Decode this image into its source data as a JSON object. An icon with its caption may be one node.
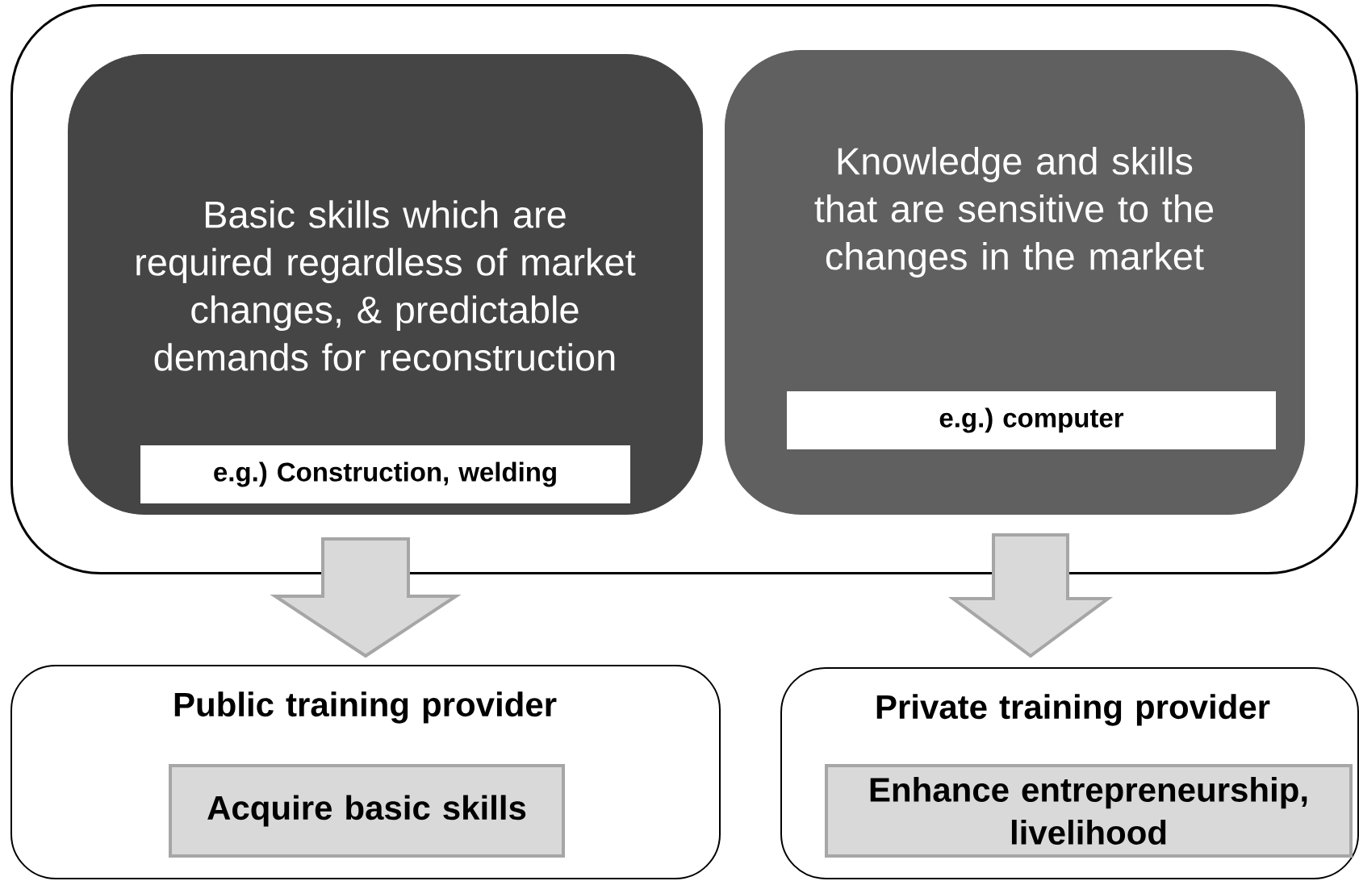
{
  "diagram": {
    "nodes": [
      {
        "text": [],
        "shape": "box"
      },
      {
        "text": [
          "Basic skills which are required regardless of market changes, & predictable demands for reconstruction"
        ],
        "in": 0
      },
      {
        "text": [
          "e.g.) Construction, welding"
        ],
        "in": 1
      },
      {
        "text": [
          "Knowledge and skills that are sensitive to the changes in the market"
        ],
        "in": 0
      },
      {
        "text": [
          "e.g.) computer"
        ],
        "in": 3
      },
      {
        "text": [
          "Public training provider"
        ]
      },
      {
        "text": [
          "Acquire basic skills"
        ],
        "in": 5
      },
      {
        "text": [
          "Private training provider"
        ]
      },
      {
        "text": [
          "Enhance entrepreneurship, livelihood"
        ],
        "in": 7
      }
    ],
    "edges": [
      {
        "from": 1,
        "to": 5,
        "arrow": "to"
      },
      {
        "from": 3,
        "to": 7,
        "arrow": "to"
      }
    ]
  }
}
